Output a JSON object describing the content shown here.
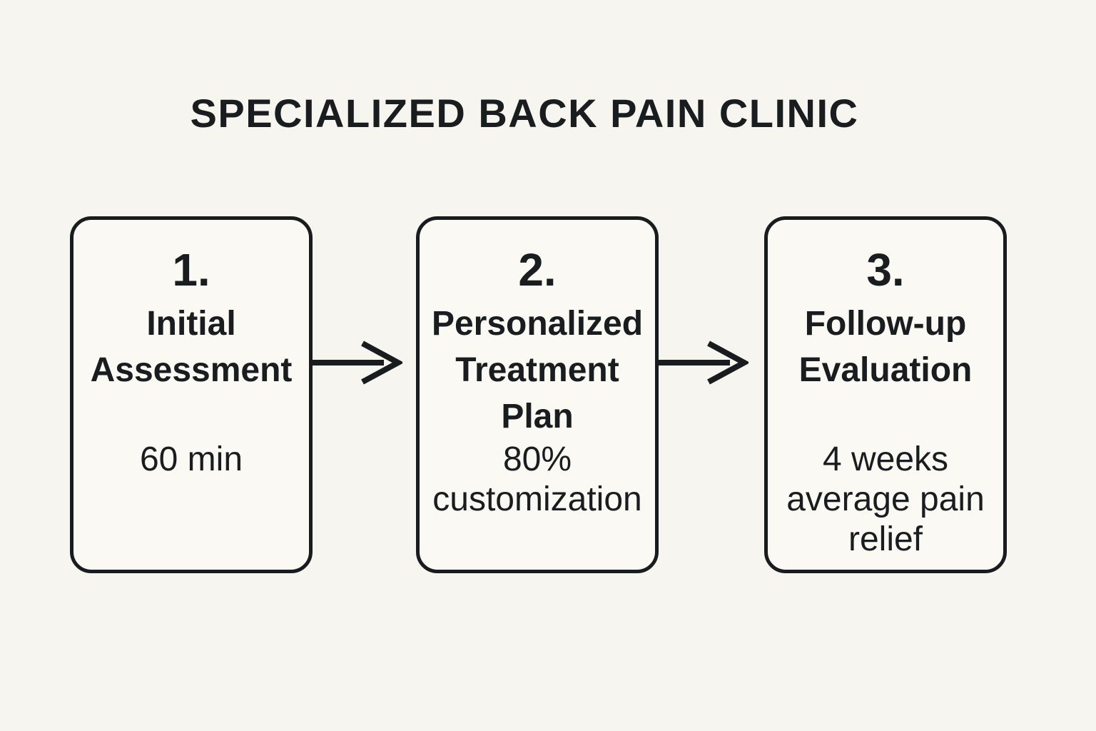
{
  "title": "SPECIALIZED BACK PAIN CLINIC",
  "colors": {
    "background": "#f7f5f0",
    "card_background": "#faf9f4",
    "ink": "#1a1d1f"
  },
  "steps": [
    {
      "number": "1.",
      "title": "Initial Assessment",
      "detail": "60 min"
    },
    {
      "number": "2.",
      "title": "Personalized Treatment Plan",
      "detail": "80% customization"
    },
    {
      "number": "3.",
      "title": "Follow-up Evaluation",
      "detail": "4 weeks average pain relief"
    }
  ],
  "connectors": [
    {
      "icon": "arrow-right"
    },
    {
      "icon": "arrow-right"
    }
  ]
}
